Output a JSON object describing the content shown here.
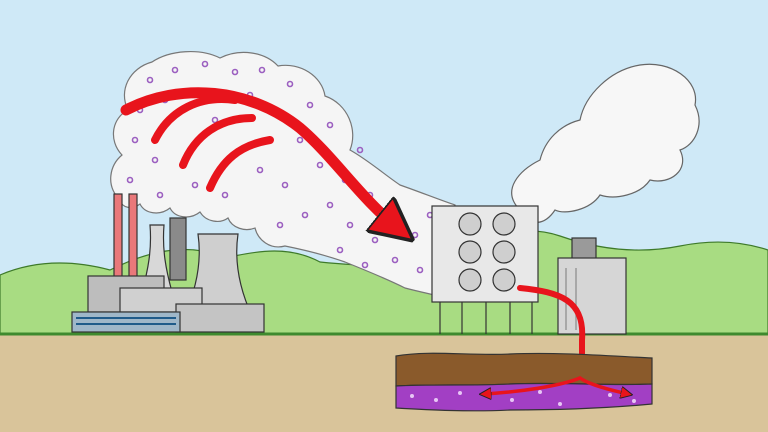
{
  "illustration": {
    "caption": "",
    "components": [
      {
        "name": "power-plant"
      },
      {
        "name": "direct-air-capture-unit"
      },
      {
        "name": "storage-facility"
      },
      {
        "name": "underground-reservoir"
      }
    ]
  },
  "palette": {
    "sky": "#cfe9f7",
    "hills": "#a8dc82",
    "ground": "#d9c49a",
    "grass_line": "#3e8a2e",
    "smoke": "#f7f7f7",
    "co2_dots": "#9b5fc0",
    "arrows": "#e8141c",
    "stacks": "#e9787a",
    "soil_layer": "#8a5a2b",
    "reservoir": "#a23fc4",
    "buildings": "#cfcfcf"
  }
}
